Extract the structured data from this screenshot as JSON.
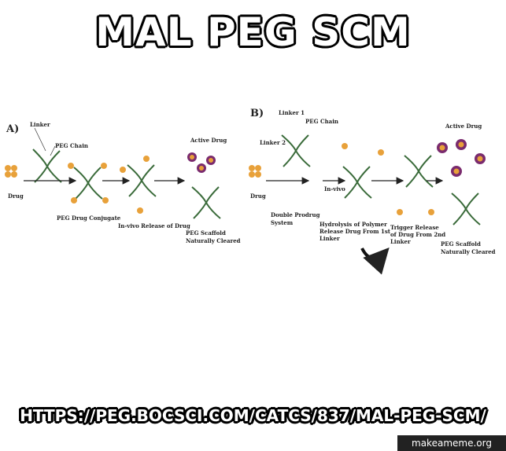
{
  "caption": {
    "top": "MAL PEG SCM",
    "bottom": "HTTPS://PEG.BOCSCI.COM/CATCS/837/MAL-PEG-SCM/"
  },
  "watermark": "makeameme.org",
  "diagram": {
    "panel_a": {
      "letter": "A)",
      "labels": {
        "linker": "Linker",
        "peg_chain": "PEG Chain",
        "drug": "Drug",
        "conjugate": "PEG Drug Conjugate",
        "release": "In-vivo Release of Drug",
        "active_drug": "Active Drug",
        "scaffold_1": "PEG Scaffold",
        "scaffold_2": "Naturally Cleared"
      }
    },
    "panel_b": {
      "letter": "B)",
      "labels": {
        "linker1": "Linker 1",
        "peg_chain": "PEG Chain",
        "linker2": "Linker 2",
        "drug": "Drug",
        "prodrug_1": "Double Prodrug",
        "prodrug_2": "System",
        "invivo": "In-vivo",
        "hydrolysis_1": "Hydrolysis of Polymer",
        "hydrolysis_2": "Release Drug From 1st",
        "hydrolysis_3": "Linker",
        "trigger_1": "Trigger Release",
        "trigger_2": "of Drug From 2nd",
        "trigger_3": "Linker",
        "active_drug": "Active Drug",
        "scaffold_1": "PEG Scaffold",
        "scaffold_2": "Naturally Cleared"
      }
    },
    "colors": {
      "drug": "#e8a13a",
      "active_drug": "#7a2b6e",
      "linker": "#8a2a3a"
    }
  }
}
